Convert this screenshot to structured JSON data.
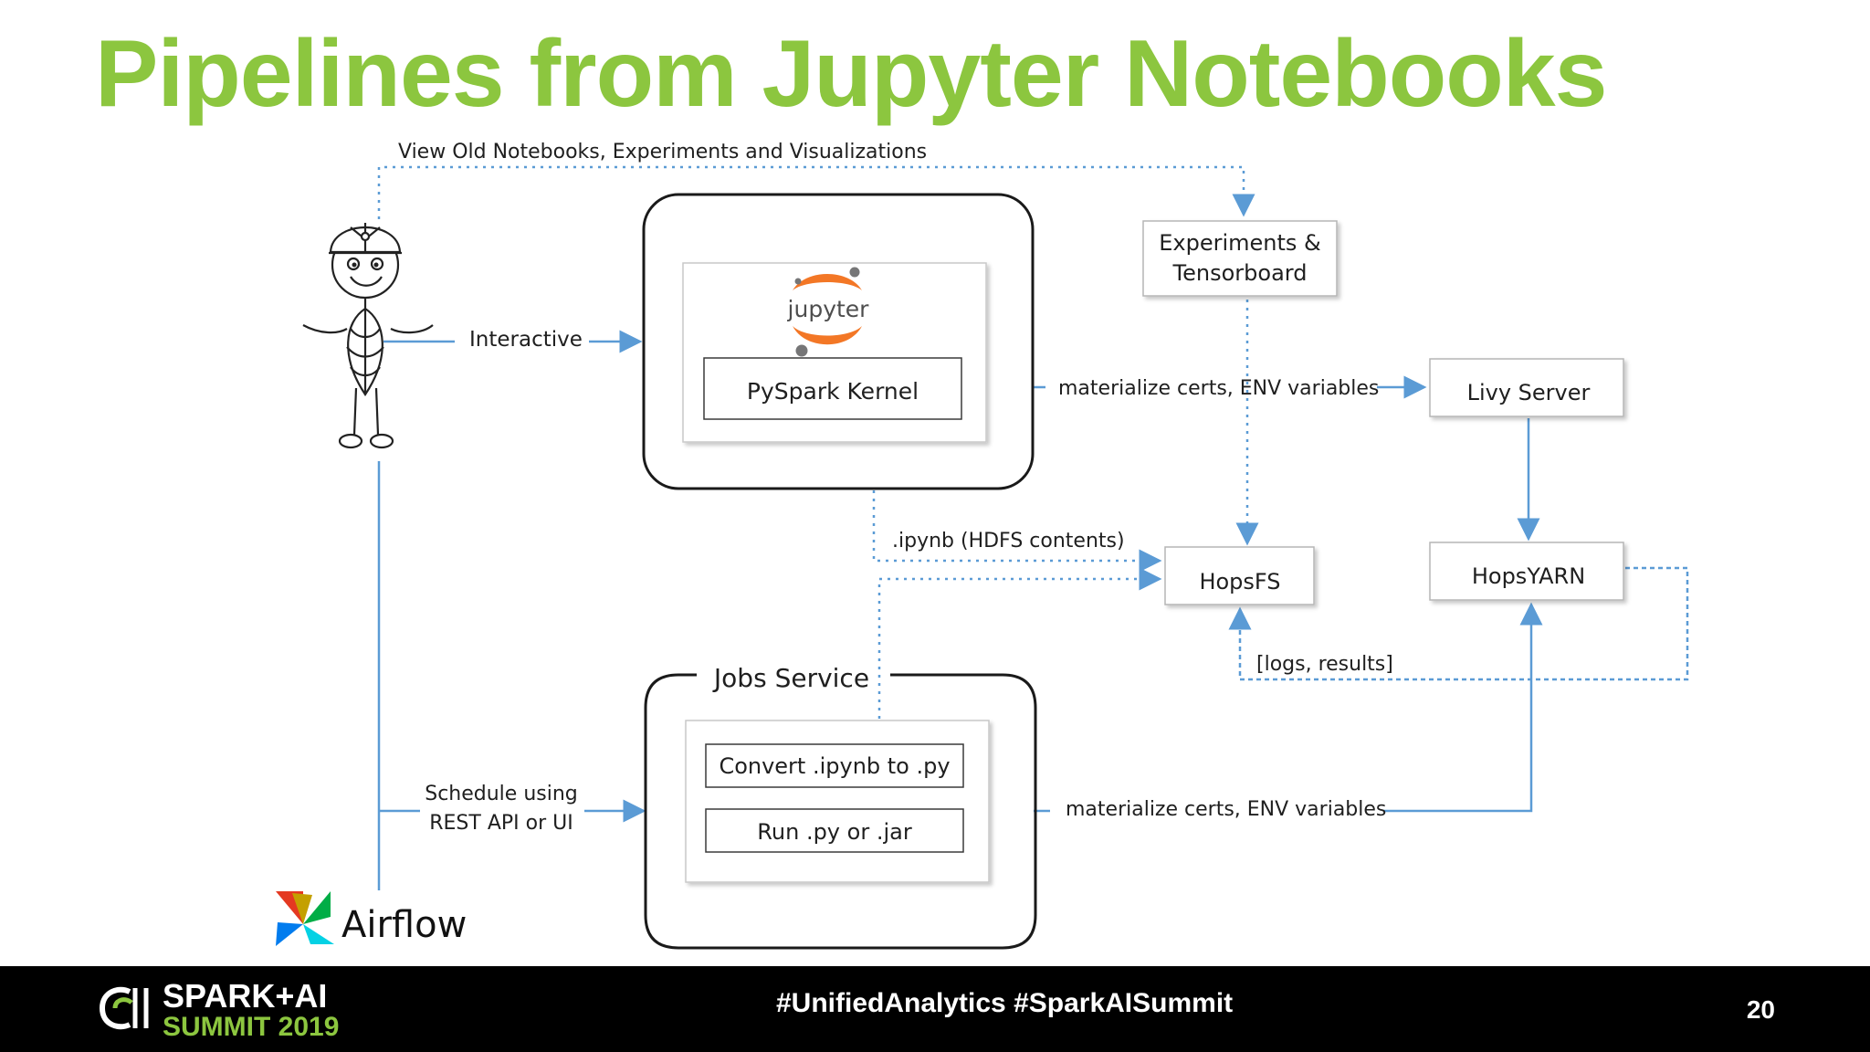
{
  "slide": {
    "title": "Pipelines from Jupyter Notebooks",
    "page_number": "20"
  },
  "colors": {
    "title_green": "#8cc63f",
    "arrow_blue": "#5b9bd5",
    "footer_bg": "#000000"
  },
  "diagram": {
    "top_label": "View Old Notebooks, Experiments  and Visualizations",
    "interactive_label": "Interactive",
    "schedule_label_line1": "Schedule using",
    "schedule_label_line2": "REST API or UI",
    "jupyter_logo_text": "jupyter",
    "pyspark_kernel": "PySpark Kernel",
    "experiments_line1": "Experiments &",
    "experiments_line2": "Tensorboard",
    "materialize_top": "materialize certs, ENV variables",
    "livy_server": "Livy Server",
    "ipynb_label": ".ipynb (HDFS contents)",
    "hopsfs": "HopsFS",
    "hopsyarn": "HopsYARN",
    "logs_results": "[logs, results]",
    "jobs_service": "Jobs Service",
    "convert_job": "Convert .ipynb to .py",
    "run_job": "Run .py or .jar",
    "materialize_bottom": "materialize certs, ENV variables",
    "airflow": "Airflow"
  },
  "footer": {
    "logo_line1": "SPARK+AI",
    "logo_line2": "SUMMIT 2019",
    "hashtags": "#UnifiedAnalytics #SparkAISummit"
  }
}
